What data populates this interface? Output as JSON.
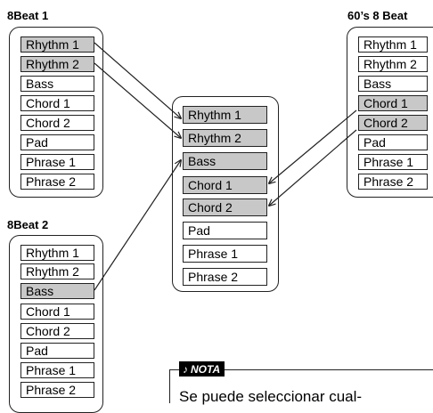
{
  "groups": {
    "beat1": {
      "title": "8Beat 1",
      "parts": [
        "Rhythm 1",
        "Rhythm 2",
        "Bass",
        "Chord 1",
        "Chord 2",
        "Pad",
        "Phrase 1",
        "Phrase 2"
      ],
      "selected": [
        true,
        true,
        false,
        false,
        false,
        false,
        false,
        false
      ]
    },
    "beat2": {
      "title": "8Beat 2",
      "parts": [
        "Rhythm 1",
        "Rhythm 2",
        "Bass",
        "Chord 1",
        "Chord 2",
        "Pad",
        "Phrase 1",
        "Phrase 2"
      ],
      "selected": [
        false,
        false,
        true,
        false,
        false,
        false,
        false,
        false
      ]
    },
    "sixties": {
      "title": "60’s 8 Beat",
      "parts": [
        "Rhythm 1",
        "Rhythm 2",
        "Bass",
        "Chord 1",
        "Chord 2",
        "Pad",
        "Phrase 1",
        "Phrase 2"
      ],
      "selected": [
        false,
        false,
        false,
        true,
        true,
        false,
        false,
        false
      ]
    },
    "mix": {
      "parts": [
        "Rhythm 1",
        "Rhythm 2",
        "Bass",
        "Chord 1",
        "Chord 2",
        "Pad",
        "Phrase 1",
        "Phrase 2"
      ],
      "selected": [
        true,
        true,
        true,
        true,
        true,
        false,
        false,
        false
      ]
    }
  },
  "note": {
    "badge": "NOTA",
    "badge_icon": "music-note-icon",
    "text": "Se puede seleccionar cual-"
  },
  "colors": {
    "selected_fill": "#c8c8c8",
    "outline": "#222222"
  }
}
